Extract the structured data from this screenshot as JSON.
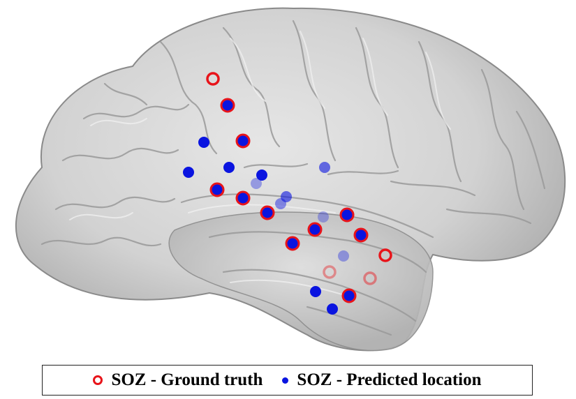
{
  "legend": {
    "ground_truth_label": "SOZ - Ground truth",
    "predicted_label": "SOZ - Predicted location"
  },
  "colors": {
    "ground_truth": "#e8141a",
    "predicted": "#0a14e0",
    "brain_fill": "#d4d4d4",
    "brain_fold": "#9a9a9a"
  },
  "markers": [
    {
      "type": "truth",
      "opacity": 1
    },
    {
      "type": "both",
      "opacity": 1
    },
    {
      "type": "both",
      "opacity": 1
    },
    {
      "type": "predicted",
      "opacity": 1
    },
    {
      "type": "predicted",
      "opacity": 1
    },
    {
      "type": "predicted",
      "opacity": 1
    },
    {
      "type": "predicted",
      "opacity": 1
    },
    {
      "type": "predicted",
      "opacity": 0.35
    },
    {
      "type": "predicted",
      "opacity": 0.6
    },
    {
      "type": "both",
      "opacity": 1
    },
    {
      "type": "both",
      "opacity": 1
    },
    {
      "type": "both",
      "opacity": 1
    },
    {
      "type": "predicted",
      "opacity": 0.6
    },
    {
      "type": "predicted",
      "opacity": 0.45
    },
    {
      "type": "predicted",
      "opacity": 0.3
    },
    {
      "type": "both",
      "opacity": 1
    },
    {
      "type": "both",
      "opacity": 1
    },
    {
      "type": "both",
      "opacity": 1
    },
    {
      "type": "both",
      "opacity": 1
    },
    {
      "type": "truth",
      "opacity": 1
    },
    {
      "type": "predicted",
      "opacity": 0.35
    },
    {
      "type": "truth",
      "opacity": 0.4
    },
    {
      "type": "truth",
      "opacity": 0.45
    },
    {
      "type": "predicted",
      "opacity": 1
    },
    {
      "type": "both",
      "opacity": 1
    },
    {
      "type": "predicted",
      "opacity": 1
    }
  ]
}
